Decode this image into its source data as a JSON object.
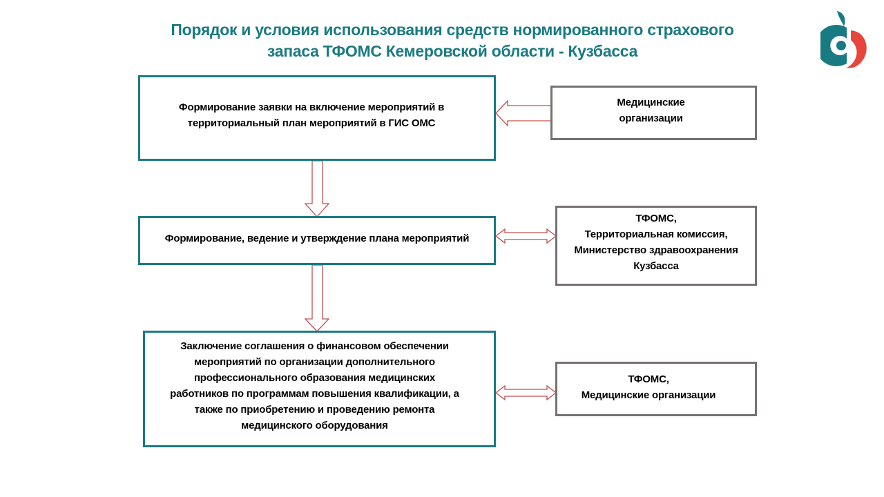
{
  "title": {
    "line1": "Порядок и условия использования средств нормированного страхового",
    "line2": "запаса ТФОМС Кемеровской области - Кузбасса"
  },
  "steps": [
    {
      "lines": [
        "Формирование заявки на включение мероприятий в",
        "территориальный план мероприятий в ГИС ОМС"
      ]
    },
    {
      "lines": [
        "Формирование, ведение и утверждение плана мероприятий"
      ]
    },
    {
      "lines": [
        "Заключение соглашения о финансовом обеспечении",
        "мероприятий по организации дополнительного",
        "профессионального образования медицинских",
        "работников по программам повышения квалификации, а",
        "также по приобретению и проведению ремонта",
        "медицинского оборудования"
      ]
    }
  ],
  "participants": [
    {
      "lines": [
        "Медицинские",
        "организации"
      ]
    },
    {
      "lines": [
        "ТФОМС,",
        "Территориальная комиссия,",
        "Министерство здравоохранения",
        "Кузбасса"
      ]
    },
    {
      "lines": [
        "ТФОМС,",
        "Медицинские организации"
      ]
    }
  ],
  "colors": {
    "accent": "#1a7a82",
    "box_border_gray": "#767171",
    "arrow": "#c0504d",
    "logo_red": "#e8453c"
  },
  "icons": {
    "logo": "tfoms-logo-icon"
  }
}
